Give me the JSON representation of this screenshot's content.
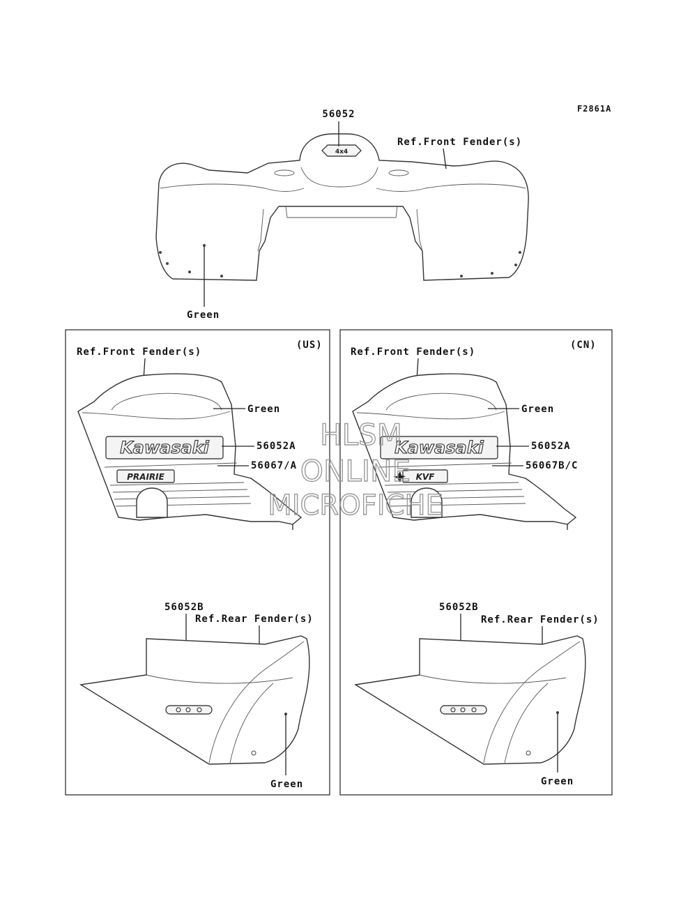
{
  "figure_id": "F2861A",
  "top_section": {
    "part_number": "56052",
    "decal_text": "4x4",
    "ref_label": "Ref.Front Fender(s)",
    "color_label": "Green"
  },
  "panels": [
    {
      "region": "(US)",
      "ref_front": "Ref.Front Fender(s)",
      "color_front": "Green",
      "part_front_decal": "56052A",
      "part_side_decal": "56067/A",
      "brand_text": "Kawasaki",
      "model_text": "PRAIRIE",
      "part_rear_decal": "56052B",
      "ref_rear": "Ref.Rear Fender(s)",
      "color_rear": "Green"
    },
    {
      "region": "(CN)",
      "ref_front": "Ref.Front Fender(s)",
      "color_front": "Green",
      "part_front_decal": "56052A",
      "part_side_decal": "56067B/C",
      "brand_text": "Kawasaki",
      "model_text": "KVF",
      "part_rear_decal": "56052B",
      "ref_rear": "Ref.Rear Fender(s)",
      "color_rear": "Green"
    }
  ],
  "watermark": {
    "line1": "HLSM",
    "line2": "ONLINE",
    "line3": "MICROFICHE"
  }
}
